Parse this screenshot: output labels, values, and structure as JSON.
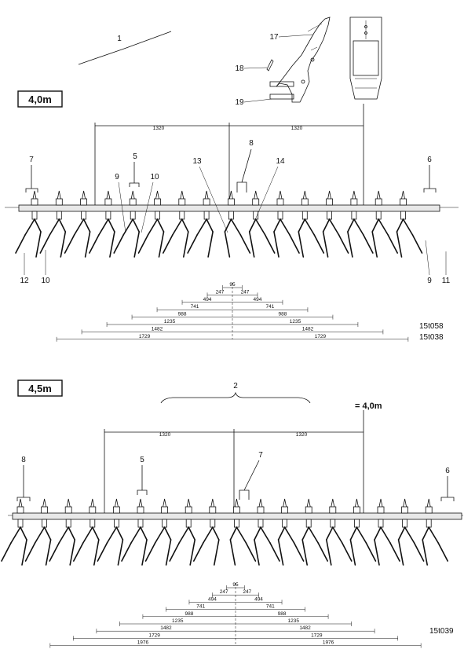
{
  "sections": [
    {
      "id": "top",
      "label": "4,0m",
      "codes": [
        "15t058",
        "15t038"
      ],
      "half_span_label": "1320",
      "dims": [
        "95",
        "247",
        "494",
        "741",
        "988",
        "1235",
        "1482",
        "1729"
      ],
      "callouts": [
        "1",
        "5",
        "6",
        "7",
        "8",
        "9",
        "9",
        "10",
        "10",
        "11",
        "12",
        "13",
        "14",
        "17",
        "18",
        "19"
      ]
    },
    {
      "id": "bottom",
      "label": "4,5m",
      "codes": [
        "15t039"
      ],
      "half_span_label": "1320",
      "equals_label": "= 4,0m",
      "dims": [
        "95",
        "247",
        "494",
        "741",
        "988",
        "1235",
        "1482",
        "1729",
        "1976"
      ],
      "callouts": [
        "2",
        "5",
        "6",
        "7",
        "8"
      ]
    }
  ]
}
